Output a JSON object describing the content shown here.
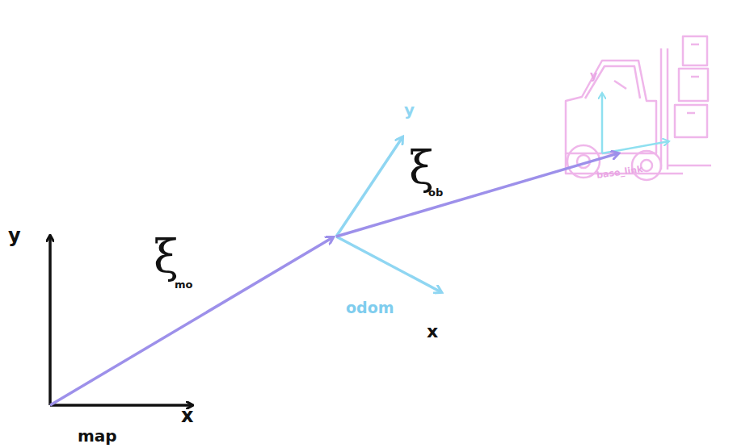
{
  "diagram": {
    "labels": [
      "y",
      "x",
      "map",
      "ξ",
      "mo",
      "y",
      "odom",
      "x",
      "ξ",
      "ob",
      "base_link",
      "y"
    ]
  }
}
